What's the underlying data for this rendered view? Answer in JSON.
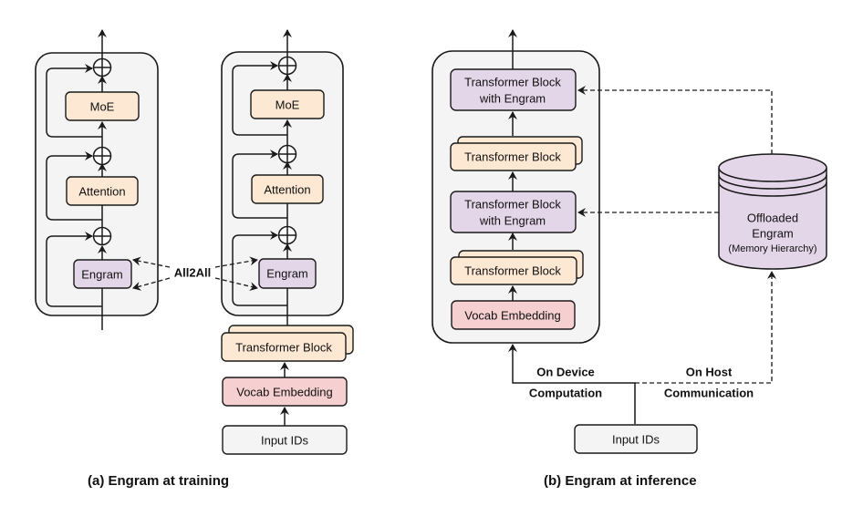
{
  "colors": {
    "container_fill": "#f4f4f4",
    "stroke": "#1a1a1a",
    "orange": "#fde8d4",
    "purple": "#e3d6e8",
    "pink": "#f6cfd0",
    "gray": "#f4f4f4"
  },
  "training": {
    "caption": "(a) Engram at training",
    "left_stack": {
      "moe": "MoE",
      "attention": "Attention",
      "engram": "Engram"
    },
    "right_stack": {
      "moe": "MoE",
      "attention": "Attention",
      "engram": "Engram"
    },
    "comm_label": "All2All",
    "transformer_block": "Transformer Block",
    "vocab_embedding": "Vocab Embedding",
    "input_ids": "Input IDs"
  },
  "inference": {
    "caption": "(b) Engram at inference",
    "blocks": {
      "tb_engram_top_line1": "Transformer Block",
      "tb_engram_top_line2": "with Engram",
      "tb_upper": "Transformer Block",
      "tb_engram_mid_line1": "Transformer Block",
      "tb_engram_mid_line2": "with Engram",
      "tb_lower": "Transformer Block",
      "vocab_embedding": "Vocab Embedding"
    },
    "storage": {
      "line1": "Offloaded",
      "line2": "Engram",
      "line3": "(Memory Hierarchy)"
    },
    "device_label_line1": "On Device",
    "device_label_line2": "Computation",
    "host_label_line1": "On Host",
    "host_label_line2": "Communication",
    "input_ids": "Input IDs"
  }
}
